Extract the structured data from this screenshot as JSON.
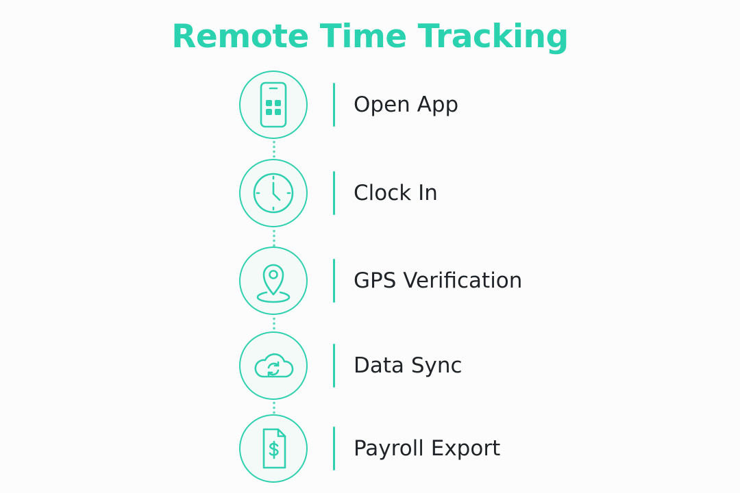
{
  "title": "Remote Time Tracking",
  "accent_color": "#2fd0af",
  "label_color": "#1f2328",
  "steps": [
    {
      "label": "Open App",
      "icon": "smartphone-app-icon"
    },
    {
      "label": "Clock In",
      "icon": "clock-icon"
    },
    {
      "label": "GPS Verification",
      "icon": "location-pin-icon"
    },
    {
      "label": "Data Sync",
      "icon": "cloud-sync-icon"
    },
    {
      "label": "Payroll Export",
      "icon": "dollar-document-icon"
    }
  ]
}
